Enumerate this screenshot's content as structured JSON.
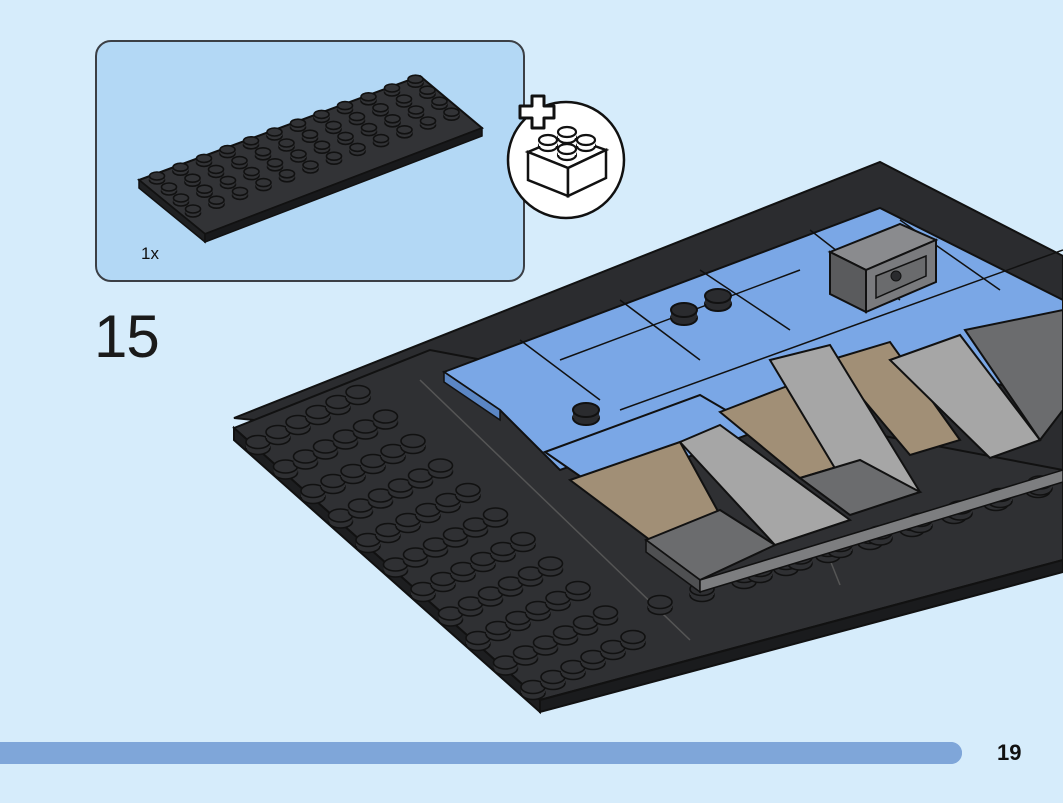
{
  "parts_panel": {
    "quantity": "1x",
    "part_icon": "black-6x16-plate",
    "add_icon": "new-brick-plus-icon"
  },
  "step": {
    "number": "15"
  },
  "footer": {
    "page_number": "19",
    "progress": 0.905
  },
  "colors": {
    "background": "#d6ecfb",
    "panel": "#b3d8f5",
    "plate": "#2f3033",
    "medium_blue": "#7aa7e6",
    "tan": "#a18f76",
    "light_gray": "#a6a6a6",
    "dark_gray": "#6b6c6e",
    "progress": "#7fa6d9"
  }
}
